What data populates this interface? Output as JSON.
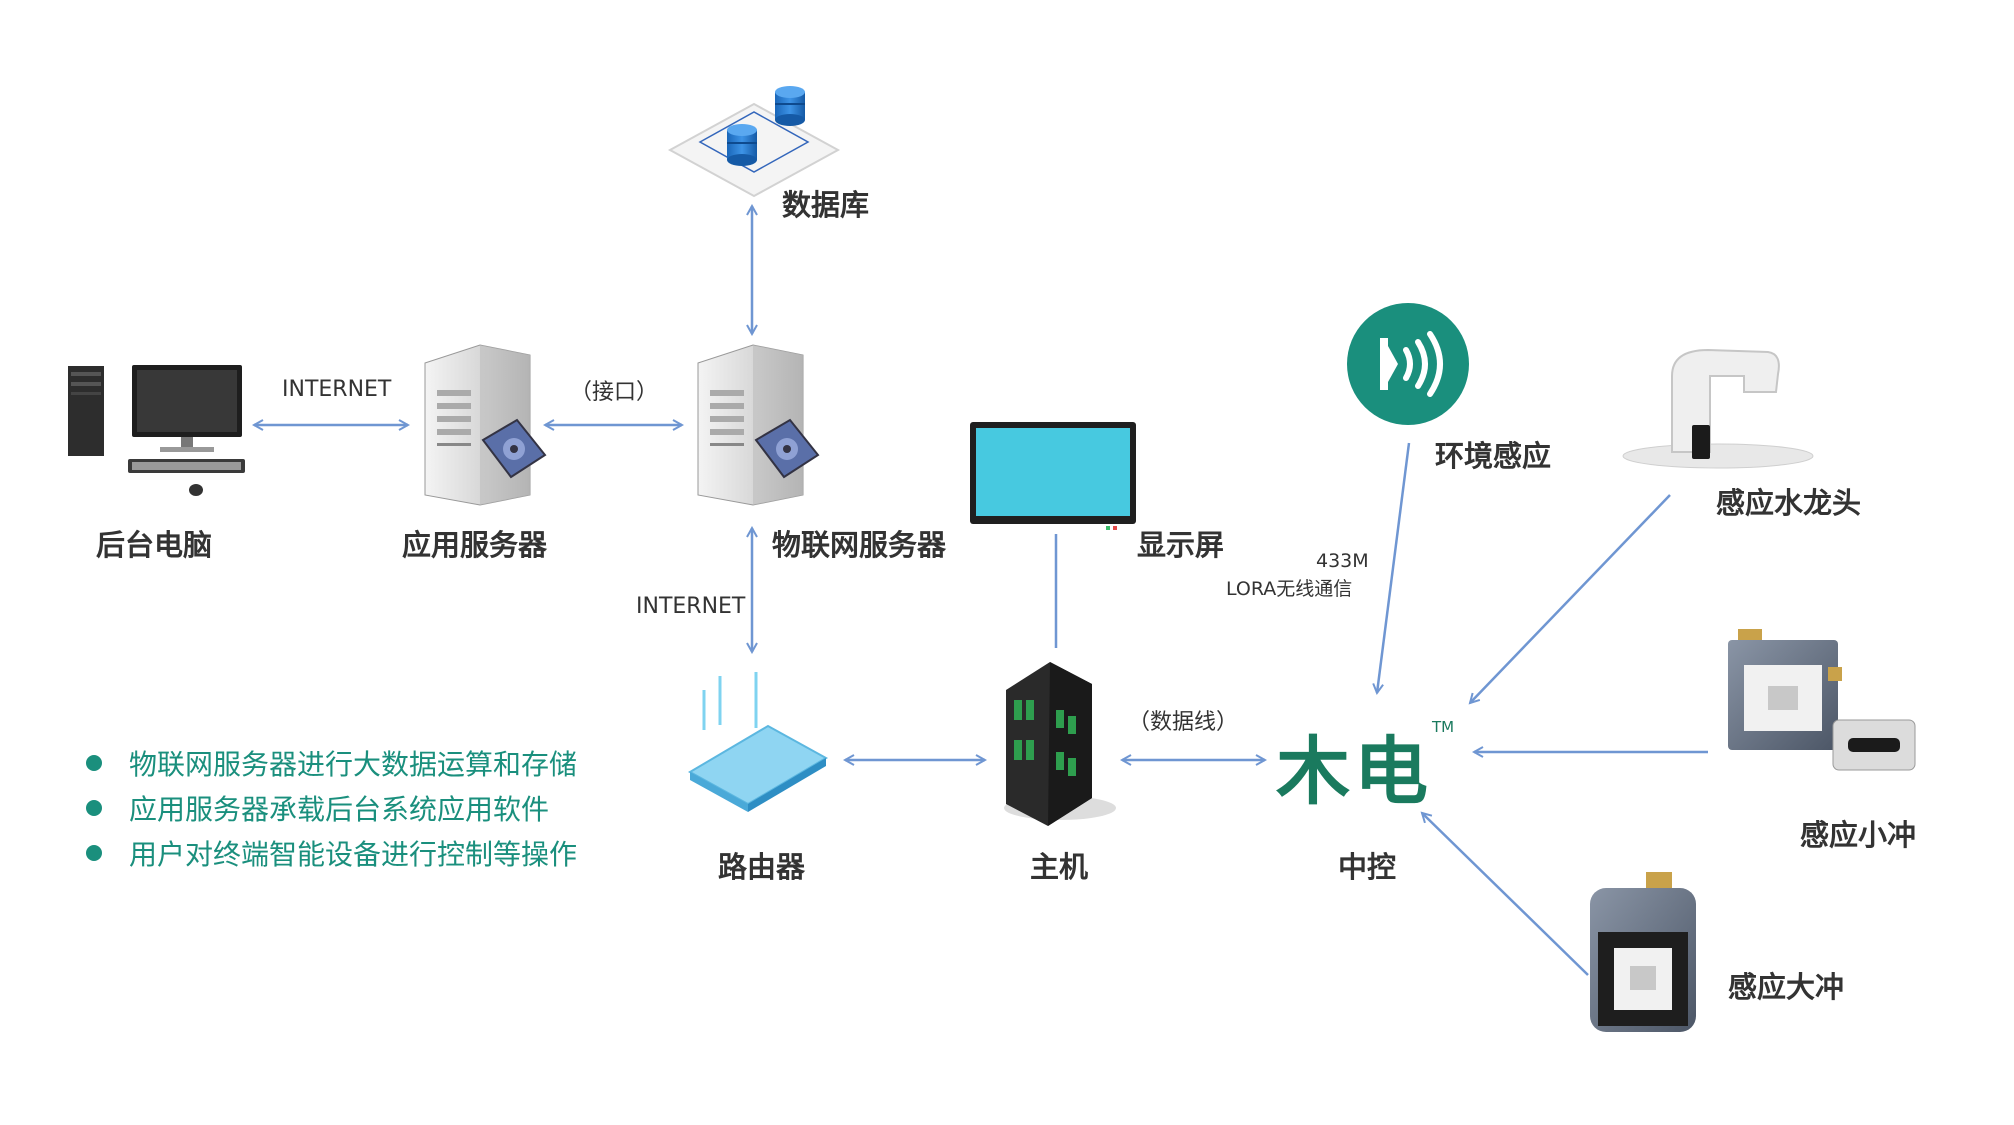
{
  "nodes": {
    "backend_pc": "后台电脑",
    "app_server": "应用服务器",
    "iot_server": "物联网服务器",
    "database": "数据库",
    "display": "显示屏",
    "router": "路由器",
    "host": "主机",
    "central": "中控",
    "env_sensor": "环境感应",
    "faucet": "感应水龙头",
    "small_flush": "感应小冲",
    "big_flush": "感应大冲"
  },
  "links": {
    "internet_top": "INTERNET",
    "interface": "（接口）",
    "internet_mid": "INTERNET",
    "data_line": "（数据线）",
    "radio_freq": "433M",
    "radio_tech": "LORA无线通信"
  },
  "brand": {
    "logo_text": "木电",
    "tm": "TM"
  },
  "bullets": [
    "物联网服务器进行大数据运算和存储",
    "应用服务器承载后台系统应用软件",
    "用户对终端智能设备进行控制等操作"
  ],
  "colors": {
    "arrow": "#6f96d2",
    "accent": "#1a8f7d",
    "brand": "#1a7a5e",
    "screen": "#47c9e0"
  },
  "icons": [
    "desktop-pc-icon",
    "server-icon",
    "database-icon",
    "monitor-icon",
    "wireless-sensor-icon",
    "faucet-icon",
    "flush-valve-icon",
    "router-icon",
    "host-tower-icon"
  ]
}
